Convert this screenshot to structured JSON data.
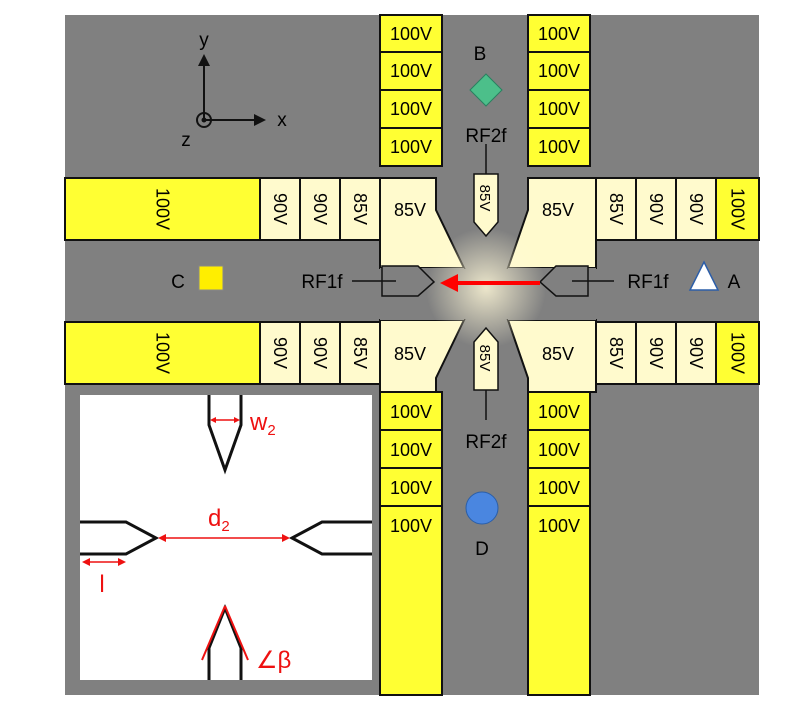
{
  "axes": {
    "y": "y",
    "x": "x",
    "z": "z"
  },
  "markers": {
    "A": {
      "label": "A",
      "shape": "triangle",
      "color": "#ffffff"
    },
    "B": {
      "label": "B",
      "shape": "diamond",
      "color": "#4cbf8a"
    },
    "C": {
      "label": "C",
      "shape": "square",
      "color": "#ffee00"
    },
    "D": {
      "label": "D",
      "shape": "circle",
      "color": "#4a86e0"
    }
  },
  "rf_labels": {
    "rf1f_left": "RF1f",
    "rf1f_right": "RF1f",
    "rf2f_top": "RF2f",
    "rf2f_bottom": "RF2f"
  },
  "tip_voltages": {
    "top": "85V",
    "bottom": "85V"
  },
  "top_arm": {
    "left": [
      "100V",
      "100V",
      "100V",
      "100V"
    ],
    "right": [
      "100V",
      "100V",
      "100V",
      "100V"
    ]
  },
  "bottom_arm": {
    "left": [
      "100V",
      "100V",
      "100V",
      "100V"
    ],
    "right": [
      "100V",
      "100V",
      "100V",
      "100V"
    ]
  },
  "left_arm": {
    "top": [
      "100V",
      "90V",
      "90V",
      "85V"
    ],
    "bottom": [
      "100V",
      "90V",
      "90V",
      "85V"
    ]
  },
  "right_arm": {
    "top": [
      "85V",
      "90V",
      "90V",
      "100V"
    ],
    "bottom": [
      "85V",
      "90V",
      "90V",
      "100V"
    ]
  },
  "corner_pads": {
    "top_left": "85V",
    "top_right": "85V",
    "bottom_left": "85V",
    "bottom_right": "85V"
  },
  "inset": {
    "w_label": "w",
    "w_sub": "2",
    "d_label": "d",
    "d_sub": "2",
    "l_label": "l",
    "beta_label": "∠β"
  },
  "colors": {
    "background": "#808080",
    "electrode": "#ffff33",
    "pale": "#fffacd",
    "arrow": "#ff0000",
    "inset_red": "#ee1111"
  }
}
